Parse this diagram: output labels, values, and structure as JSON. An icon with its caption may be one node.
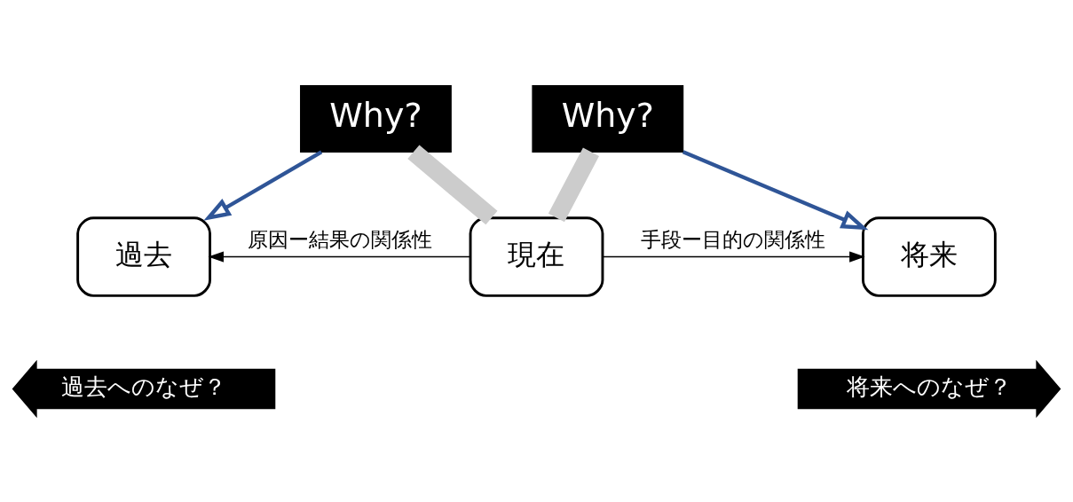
{
  "diagram": {
    "nodes": [
      {
        "text": [
          "Why?"
        ]
      },
      {
        "text": [
          "Why?"
        ]
      },
      {
        "text": [
          "過去"
        ]
      },
      {
        "text": [
          "現在"
        ]
      },
      {
        "text": [
          "将来"
        ]
      },
      {
        "text": [
          "過去へのなぜ？"
        ]
      },
      {
        "text": [
          "将来へのなぜ？"
        ]
      }
    ],
    "edges": [
      {
        "from": 3,
        "to": 2,
        "arrow": "to",
        "label": "原因ー結果の関係性"
      },
      {
        "from": 3,
        "to": 4,
        "arrow": "to",
        "label": "手段ー目的の関係性"
      },
      {
        "from": 3,
        "to": 0,
        "arrow": "none",
        "style": "thick",
        "color": "#cccccc"
      },
      {
        "from": 0,
        "to": 2,
        "arrow": "to",
        "color": "#2f5597"
      },
      {
        "from": 3,
        "to": 1,
        "arrow": "none",
        "style": "thick",
        "color": "#cccccc"
      },
      {
        "from": 1,
        "to": 4,
        "arrow": "to",
        "color": "#2f5597"
      }
    ]
  }
}
